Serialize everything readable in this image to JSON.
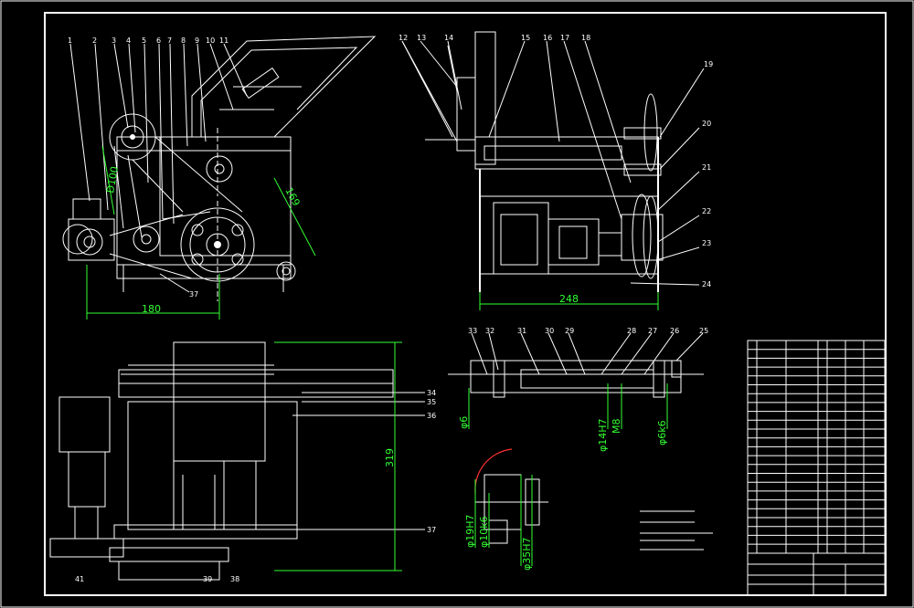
{
  "drawing": {
    "part_numbers": [
      "1",
      "2",
      "3",
      "4",
      "5",
      "6",
      "7",
      "8",
      "9",
      "10",
      "11",
      "12",
      "13",
      "14",
      "15",
      "16",
      "17",
      "18",
      "19",
      "20",
      "21",
      "22",
      "23",
      "24",
      "25",
      "26",
      "27",
      "28",
      "29",
      "30",
      "31",
      "32",
      "33",
      "34",
      "35",
      "36",
      "37",
      "38",
      "39",
      "41"
    ],
    "dimensions": {
      "d100": "D100",
      "r169": "169",
      "w180": "180",
      "w248": "248",
      "h319": "319",
      "fit_6": "φ6",
      "fit_14h7": "φ14H7",
      "fit_m8": "M8",
      "fit_6k6": "φ6k6",
      "fit_19h7": "φ19H7",
      "fit_10k6": "φ10k6",
      "fit_35h7": "φ35H7"
    },
    "colors": {
      "line": "#ffffff",
      "dimension": "#33ff33",
      "highlight": "#ff3333",
      "background": "#000000"
    }
  }
}
